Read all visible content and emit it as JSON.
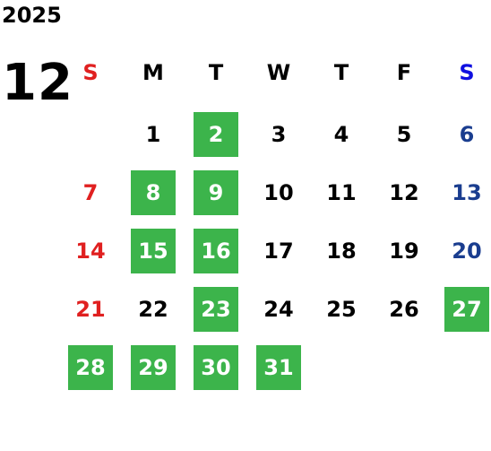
{
  "calendar": {
    "year": "2025",
    "month": "12",
    "weekdays": [
      "S",
      "M",
      "T",
      "W",
      "T",
      "F",
      "S"
    ],
    "colors": {
      "sunday": "#e02020",
      "saturday": "#1a3d8f",
      "saturday_header": "#1010e0",
      "highlight": "#3cb44b",
      "highlight_text": "#ffffff",
      "default_text": "#000000"
    },
    "weeks": [
      [
        null,
        1,
        2,
        3,
        4,
        5,
        6
      ],
      [
        7,
        8,
        9,
        10,
        11,
        12,
        13
      ],
      [
        14,
        15,
        16,
        17,
        18,
        19,
        20
      ],
      [
        21,
        22,
        23,
        24,
        25,
        26,
        27
      ],
      [
        28,
        29,
        30,
        31,
        null,
        null,
        null
      ]
    ],
    "highlighted_days": [
      2,
      8,
      9,
      15,
      16,
      23,
      27,
      28,
      29,
      30,
      31
    ]
  }
}
